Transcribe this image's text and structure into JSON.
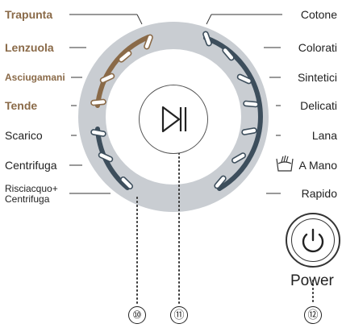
{
  "programs_left": [
    {
      "label": "Trapunta",
      "style": "brown"
    },
    {
      "label": "Lenzuola",
      "style": "brown"
    },
    {
      "label": "Asciugamani",
      "style": "brown-small"
    },
    {
      "label": "Tende",
      "style": "brown"
    },
    {
      "label": "Scarico",
      "style": "normal"
    },
    {
      "label": "Centrifuga",
      "style": "normal"
    },
    {
      "label_line1": "Risciacquo+",
      "label_line2": "Centrifuga",
      "style": "small"
    }
  ],
  "programs_right": [
    {
      "label": "Cotone"
    },
    {
      "label": "Colorati"
    },
    {
      "label": "Sintetici"
    },
    {
      "label": "Delicati"
    },
    {
      "label": "Lana"
    },
    {
      "label": "A Mano",
      "icon": "hand-wash-icon"
    },
    {
      "label": "Rapido"
    }
  ],
  "buttons": {
    "start_pause_icon": "play-pause-icon",
    "power_icon": "power-icon",
    "power_label": "Power"
  },
  "callouts": {
    "dial": "⑩",
    "start_pause": "⑪",
    "power": "⑫"
  },
  "colors": {
    "dial_ring": "#c9cdd2",
    "brown_accent": "#8a6a48",
    "blue_accent": "#3d4e5c",
    "text": "#222222"
  }
}
